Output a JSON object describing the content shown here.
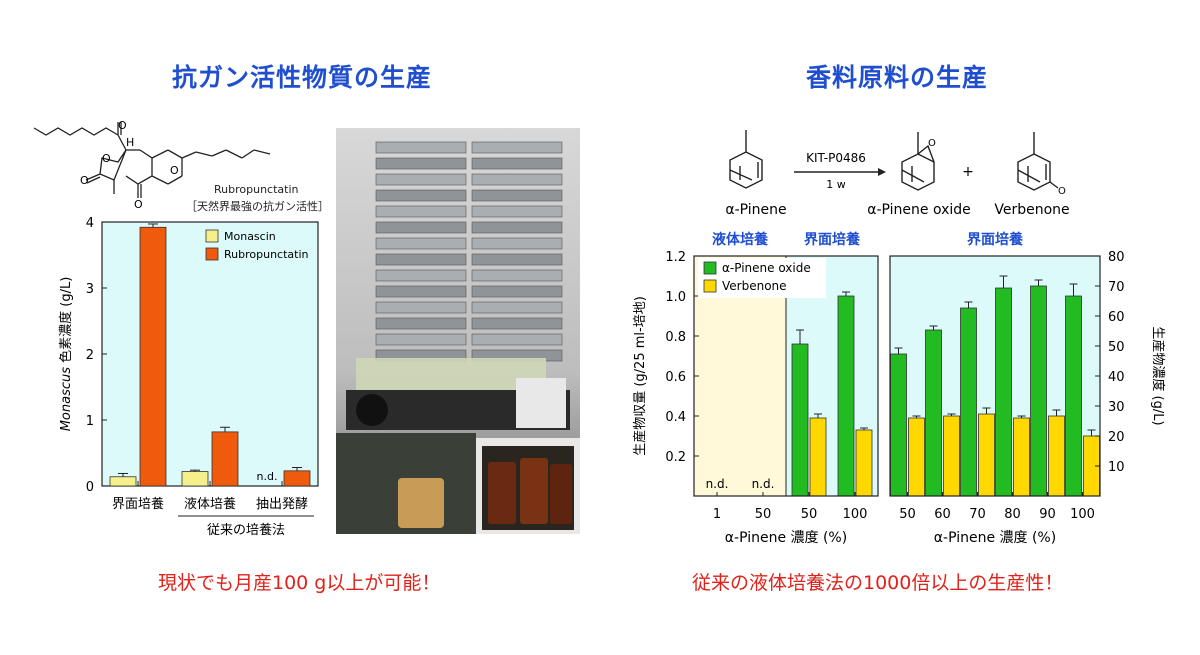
{
  "left": {
    "heading": "抗ガン活性物質の生産",
    "footer": "現状でも月産100 g以上が可能！",
    "compound_name": "Rubropunctatin",
    "compound_note": "［天然界最強の抗ガン活性］",
    "colors": {
      "monascin": "#f5f08a",
      "rubropunctatin": "#f05a0c",
      "panel": "#dcfafa"
    }
  },
  "right": {
    "heading": "香料原料の生産",
    "footer": "従来の液体培養法の1000倍以上の生産性！",
    "reaction": {
      "reagent": "KIT-P0486",
      "condition": "1 w",
      "plus": "+",
      "compounds": [
        "α-Pinene",
        "α-Pinene oxide",
        "Verbenone"
      ]
    },
    "colors": {
      "oxide": "#22bb22",
      "verbenone": "#ffd800",
      "liquid_panel": "#fff9d9",
      "panel": "#dcfafa"
    }
  },
  "chart_data": [
    {
      "type": "bar",
      "ylabel_italic": "Monascus",
      "ylabel_rest": " 色素濃度 (g/L)",
      "ylim": [
        0,
        4
      ],
      "yticks": [
        "0",
        "1",
        "2",
        "3",
        "4"
      ],
      "categories": [
        "界面培養",
        "液体培養",
        "抽出発酵"
      ],
      "group_label": "従来の培養法",
      "legend_position": "top-right",
      "annotations": [
        {
          "category": "抽出発酵",
          "series": "Monascin",
          "text": "n.d."
        }
      ],
      "series": [
        {
          "name": "Monascin",
          "values": [
            0.14,
            0.22,
            0
          ],
          "errors": [
            0.05,
            0.02,
            0
          ]
        },
        {
          "name": "Rubropunctatin",
          "values": [
            3.92,
            0.82,
            0.23
          ],
          "errors": [
            0.05,
            0.07,
            0.05
          ]
        }
      ]
    },
    {
      "type": "bar",
      "ylabel_left": "生産物収量 (g/25 ml-培地)",
      "ylabel_right": "生産物濃度 (g/L)",
      "xlabel": "α-Pinene 濃度 (%)",
      "ylim": [
        0,
        1.2
      ],
      "yticks": [
        "0.2",
        "0.4",
        "0.6",
        "0.8",
        "1.0",
        "1.2"
      ],
      "y2lim": [
        0,
        80
      ],
      "y2ticks": [
        "10",
        "20",
        "30",
        "40",
        "50",
        "60",
        "70",
        "80"
      ],
      "legend_position": "top-left",
      "series_names": [
        "α-Pinene oxide",
        "Verbenone"
      ],
      "panels": [
        {
          "label": "液体培養",
          "categories": [
            "1",
            "50"
          ],
          "annotations": [
            "n.d.",
            "n.d."
          ],
          "oxide": [
            0,
            0
          ],
          "oxide_err": [
            0,
            0
          ],
          "verbenone": [
            0,
            0
          ],
          "verbenone_err": [
            0,
            0
          ]
        },
        {
          "label": "界面培養",
          "categories": [
            "50",
            "100"
          ],
          "oxide": [
            0.76,
            1.0
          ],
          "oxide_err": [
            0.07,
            0.02
          ],
          "verbenone": [
            0.39,
            0.33
          ],
          "verbenone_err": [
            0.02,
            0.01
          ]
        },
        {
          "label": "界面培養",
          "categories": [
            "50",
            "60",
            "70",
            "80",
            "90",
            "100"
          ],
          "oxide": [
            0.71,
            0.83,
            0.94,
            1.04,
            1.05,
            1.0
          ],
          "oxide_err": [
            0.03,
            0.02,
            0.03,
            0.06,
            0.03,
            0.06
          ],
          "verbenone": [
            0.39,
            0.4,
            0.41,
            0.39,
            0.4,
            0.3
          ],
          "verbenone_err": [
            0.01,
            0.01,
            0.03,
            0.01,
            0.03,
            0.03
          ]
        }
      ]
    }
  ]
}
